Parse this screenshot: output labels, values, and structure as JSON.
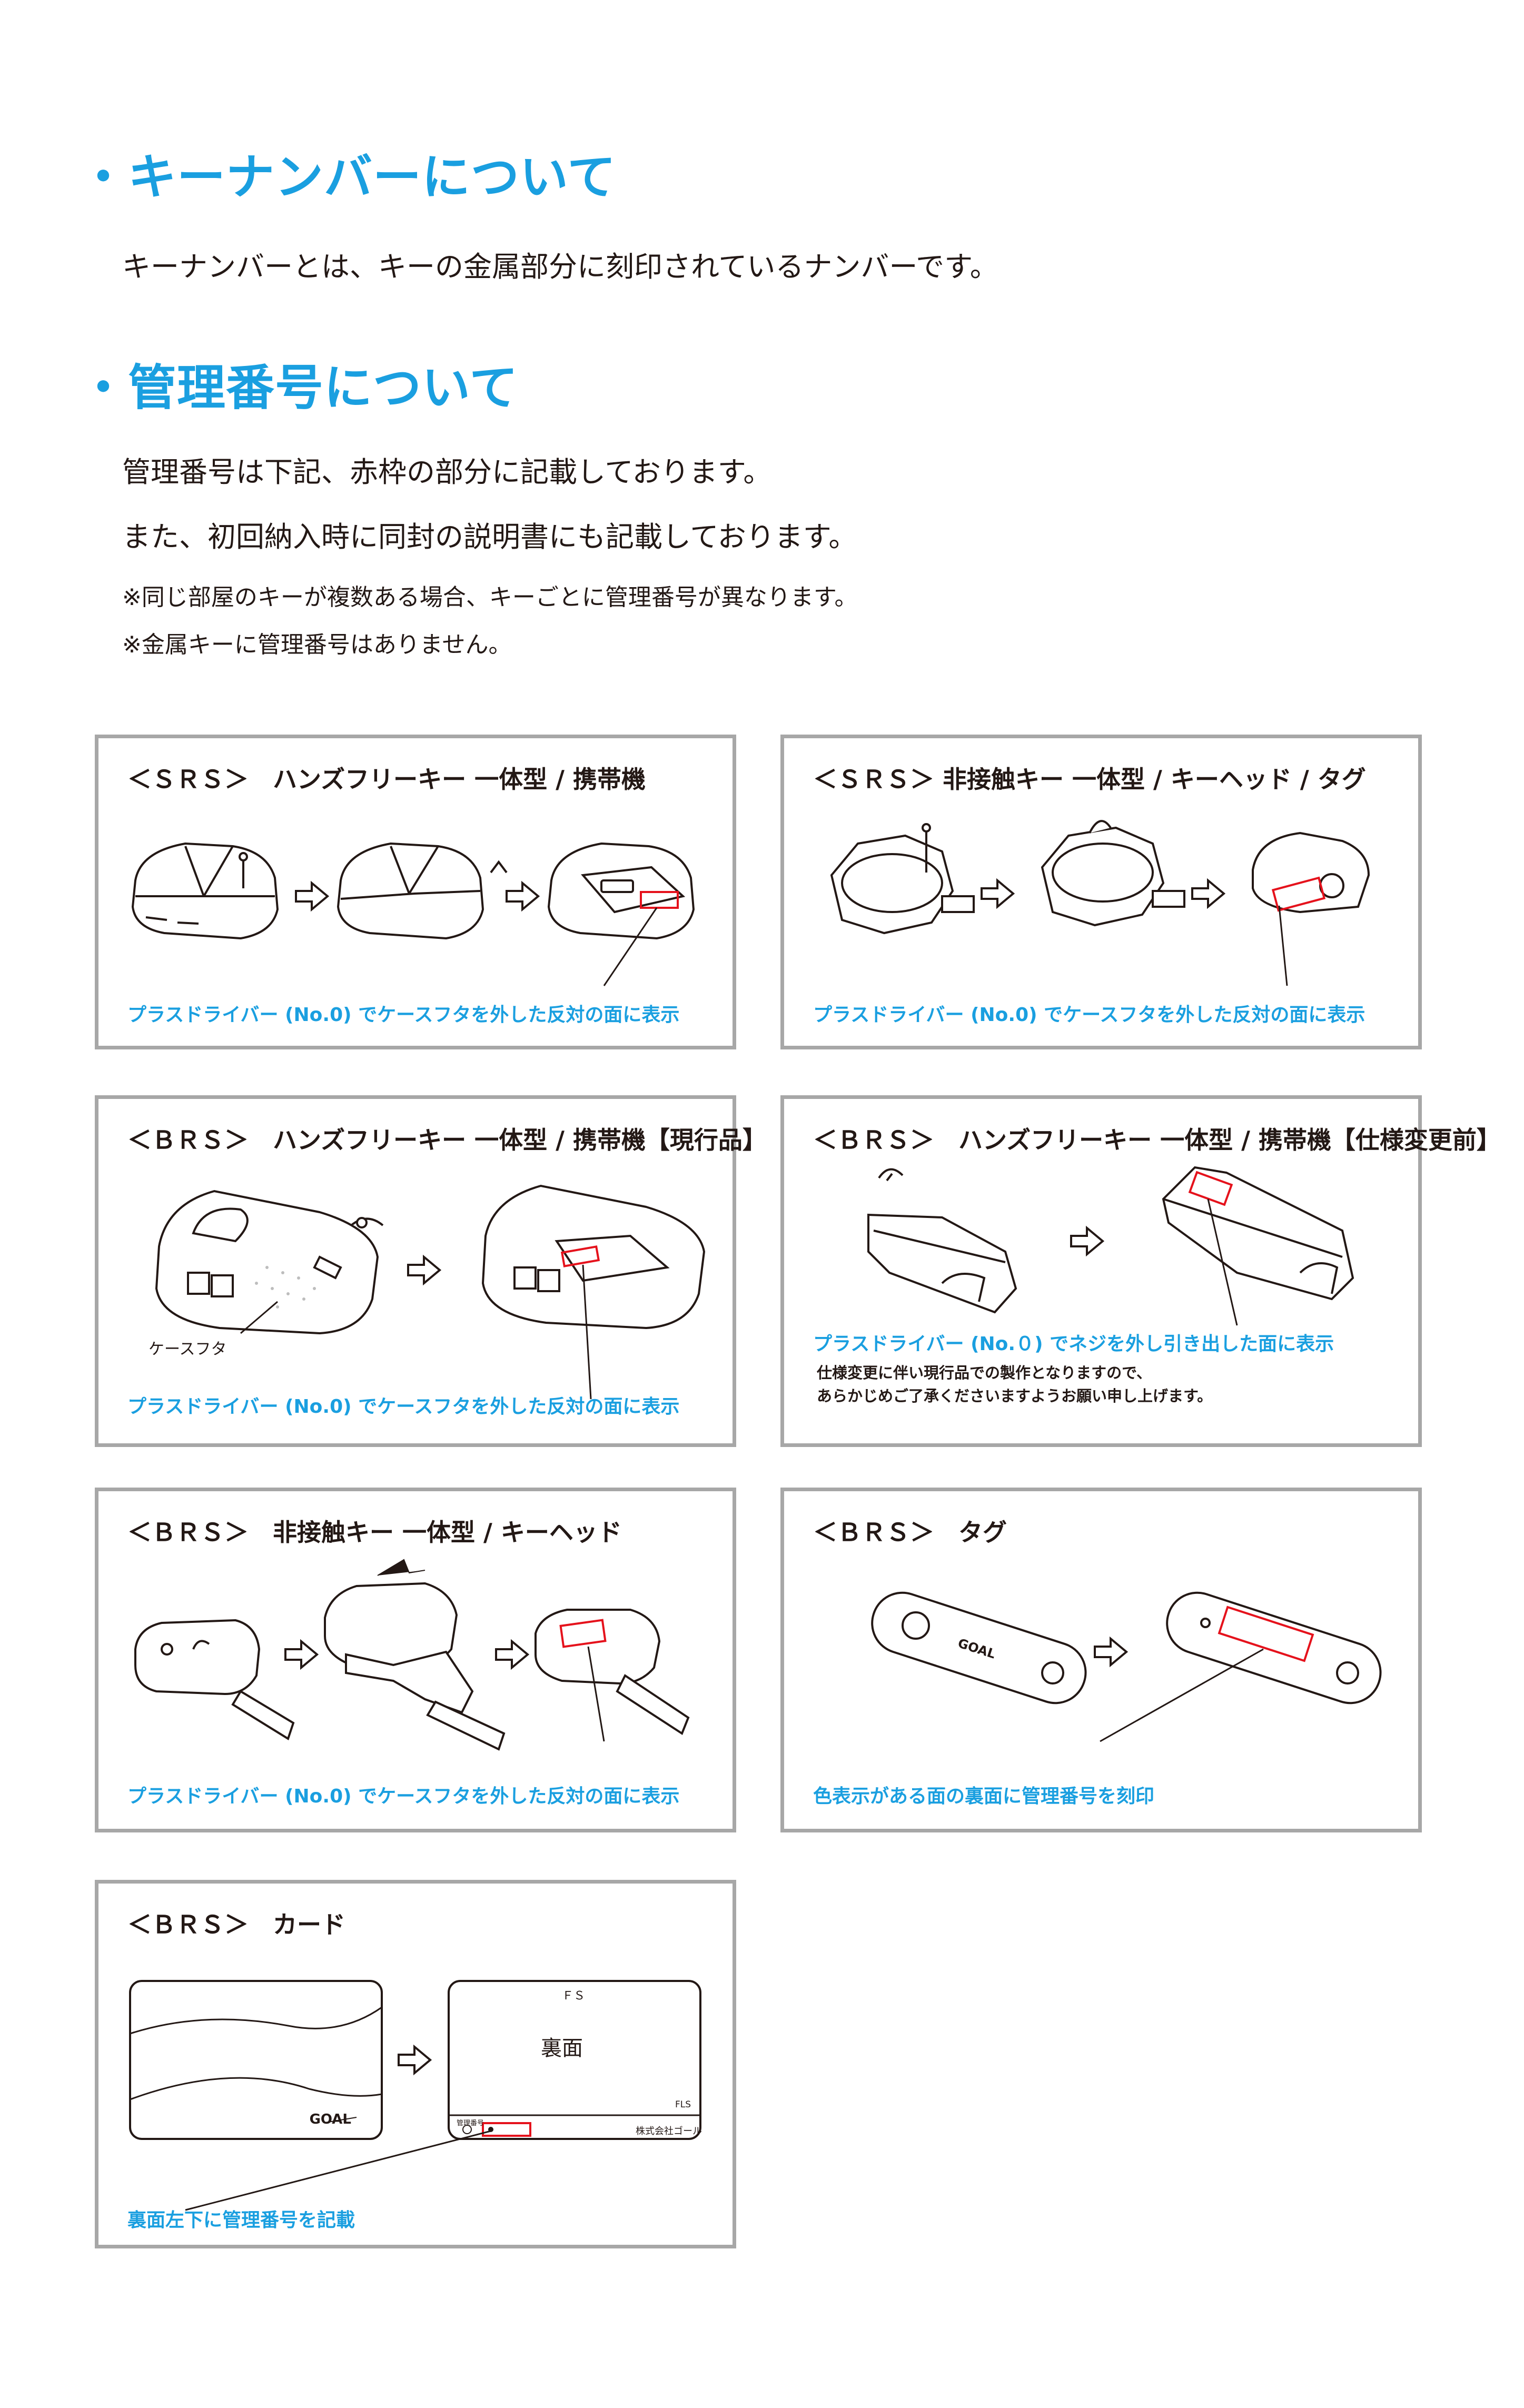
{
  "section_key_number": {
    "heading": "・キーナンバーについて",
    "text": "キーナンバーとは、キーの金属部分に刻印されているナンバーです。"
  },
  "section_mgmt_number": {
    "heading": "・管理番号について",
    "lines": [
      "管理番号は下記、赤枠の部分に記載しております。",
      "また、初回納入時に同封の説明書にも記載しております。"
    ],
    "notes": [
      "※同じ部屋のキーが複数ある場合、キーごとに管理番号が異なります。",
      "※金属キーに管理番号はありません。"
    ]
  },
  "panels": [
    {
      "title": "＜ＳＲＳ＞　ハンズフリーキー 一体型 / 携帯機",
      "caption": "プラスドライバー (No.0) でケースフタを外した反対の面に表示"
    },
    {
      "title": "＜ＳＲＳ＞ 非接触キー 一体型 / キーヘッド / タグ",
      "caption": "プラスドライバー (No.0) でケースフタを外した反対の面に表示"
    },
    {
      "title": "＜ＢＲＳ＞　ハンズフリーキー 一体型 / 携帯機【現行品】",
      "caption": "プラスドライバー (No.0) でケースフタを外した反対の面に表示",
      "label": "ケースフタ"
    },
    {
      "title": "＜ＢＲＳ＞　ハンズフリーキー 一体型 / 携帯機【仕様変更前】",
      "caption": "プラスドライバー (No.０) でネジを外し引き出した面に表示",
      "sub": [
        "仕様変更に伴い現行品での製作となりますので、",
        "あらかじめご了承くださいますようお願い申し上げます。"
      ]
    },
    {
      "title": "＜ＢＲＳ＞　非接触キー 一体型 / キーヘッド",
      "caption": "プラスドライバー (No.0) でケースフタを外した反対の面に表示"
    },
    {
      "title": "＜ＢＲＳ＞　タグ",
      "caption": "色表示がある面の裏面に管理番号を刻印",
      "logo": "GOAL"
    },
    {
      "title": "＜ＢＲＳ＞　カード",
      "caption": "裏面左下に管理番号を記載",
      "card": {
        "logo": "GOAL",
        "fs": "ＦＳ",
        "back_label": "裏面",
        "fls": "FLS",
        "mgmt_label": "管理番号",
        "company": "株式会社ゴール"
      }
    }
  ]
}
